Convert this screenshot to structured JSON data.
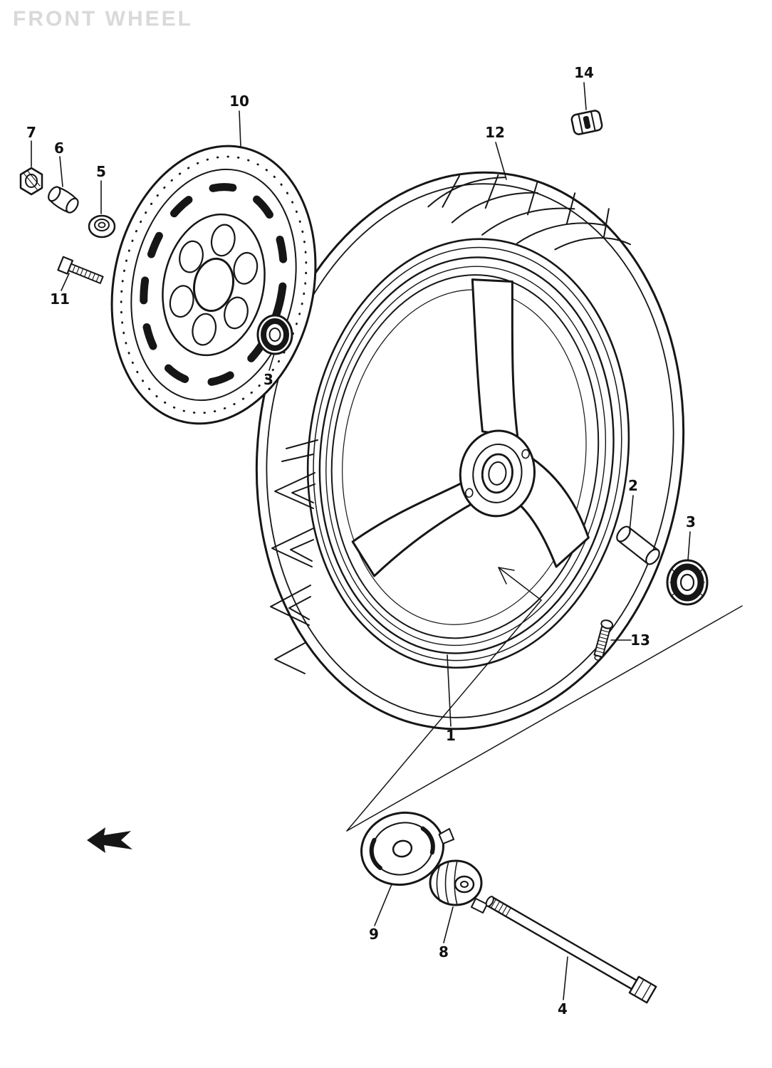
{
  "title": "FRONT WHEEL",
  "colors": {
    "background": "#ffffff",
    "ink": "#161616",
    "title_text": "#d9d9d9"
  },
  "callouts": [
    {
      "label": "7"
    },
    {
      "label": "6"
    },
    {
      "label": "5"
    },
    {
      "label": "10"
    },
    {
      "label": "11"
    },
    {
      "label": "3"
    },
    {
      "label": "12"
    },
    {
      "label": "14"
    },
    {
      "label": "2"
    },
    {
      "label": "3"
    },
    {
      "label": "13"
    },
    {
      "label": "1"
    },
    {
      "label": "9"
    },
    {
      "label": "8"
    },
    {
      "label": "4"
    }
  ]
}
